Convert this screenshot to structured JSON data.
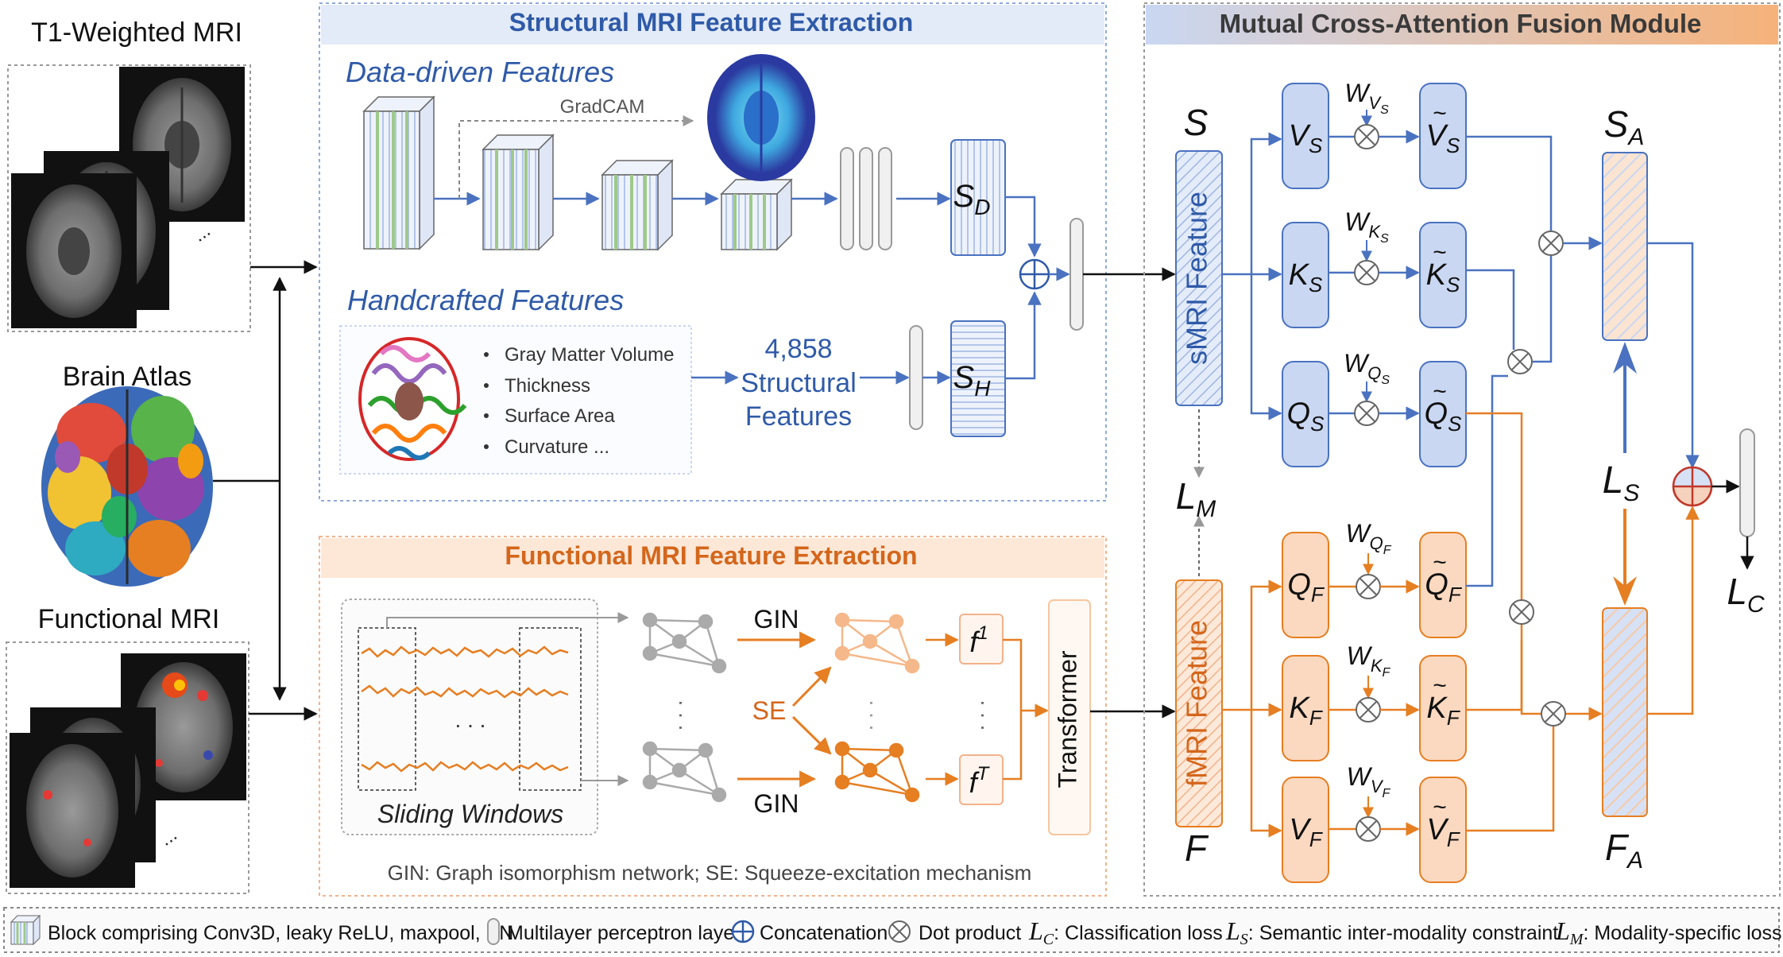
{
  "colors": {
    "blue": "#4a72c0",
    "orange": "#e67e22",
    "blue_fill": "#c9d7f2",
    "orange_fill": "#fbd9c0",
    "gray": "#aaaaaa",
    "title_blue": "#2f5aa8",
    "title_orange": "#d4661b"
  },
  "inputs": {
    "t1_label": "T1-Weighted MRI",
    "atlas_label": "Brain Atlas",
    "fmri_label": "Functional MRI",
    "ellipsis": "..."
  },
  "smri_panel": {
    "title": "Structural MRI Feature Extraction",
    "data_driven_title": "Data-driven Features",
    "gradcam_label": "GradCAM",
    "handcrafted_title": "Handcrafted Features",
    "handcrafted_items": [
      "Gray Matter Volume",
      "Thickness",
      "Surface Area",
      "Curvature ..."
    ],
    "structural_count_line1": "4,858",
    "structural_count_line2": "Structural",
    "structural_count_line3": "Features",
    "sd_sym": "S",
    "sd_sub": "D",
    "sh_sym": "S",
    "sh_sub": "H"
  },
  "fmri_panel": {
    "title": "Functional MRI Feature Extraction",
    "sliding_windows_label": "Sliding Windows",
    "gin_label": "GIN",
    "se_label": "SE",
    "transformer_label": "Transformer",
    "dots": ". . .",
    "f_sym": "f",
    "f1_sup": "1",
    "fT_sup": "T",
    "footnote": "GIN: Graph isomorphism network;  SE: Squeeze-excitation mechanism"
  },
  "fusion": {
    "title": "Mutual Cross-Attention Fusion Module",
    "s_label": "S",
    "f_label": "F",
    "smri_feature": "sMRI Feature",
    "fmri_feature": "fMRI Feature",
    "lm_sym": "L",
    "lm_sub": "M",
    "ls_sym": "L",
    "ls_sub": "S",
    "lc_sym": "L",
    "lc_sub": "C",
    "sa_sym": "S",
    "sa_sub": "A",
    "fa_sym": "F",
    "fa_sub": "A",
    "w_sym": "W",
    "blue_nodes": [
      {
        "sym": "V",
        "sub": "S",
        "w_sub": "VS",
        "w_sub_main": "V",
        "w_sub_sub": "S"
      },
      {
        "sym": "K",
        "sub": "S",
        "w_sub": "KS",
        "w_sub_main": "K",
        "w_sub_sub": "S"
      },
      {
        "sym": "Q",
        "sub": "S",
        "w_sub": "QS",
        "w_sub_main": "Q",
        "w_sub_sub": "S"
      }
    ],
    "orange_nodes": [
      {
        "sym": "Q",
        "sub": "F",
        "w_sub_main": "Q",
        "w_sub_sub": "F"
      },
      {
        "sym": "K",
        "sub": "F",
        "w_sub_main": "K",
        "w_sub_sub": "F"
      },
      {
        "sym": "V",
        "sub": "F",
        "w_sub_main": "V",
        "w_sub_sub": "F"
      }
    ]
  },
  "legend": {
    "block": "Block comprising Conv3D, leaky ReLU, maxpool, BN",
    "mlp": "Multilayer perceptron layer",
    "concat": "Concatenation",
    "dot": "Dot product",
    "lc_sym": "L",
    "lc_sub": "C",
    "lc_text": ": Classification loss",
    "ls_sym": "L",
    "ls_sub": "S",
    "ls_text": ": Semantic inter-modality constraint",
    "lm_sym": "L",
    "lm_sub": "M",
    "lm_text": ": Modality-specific loss"
  }
}
